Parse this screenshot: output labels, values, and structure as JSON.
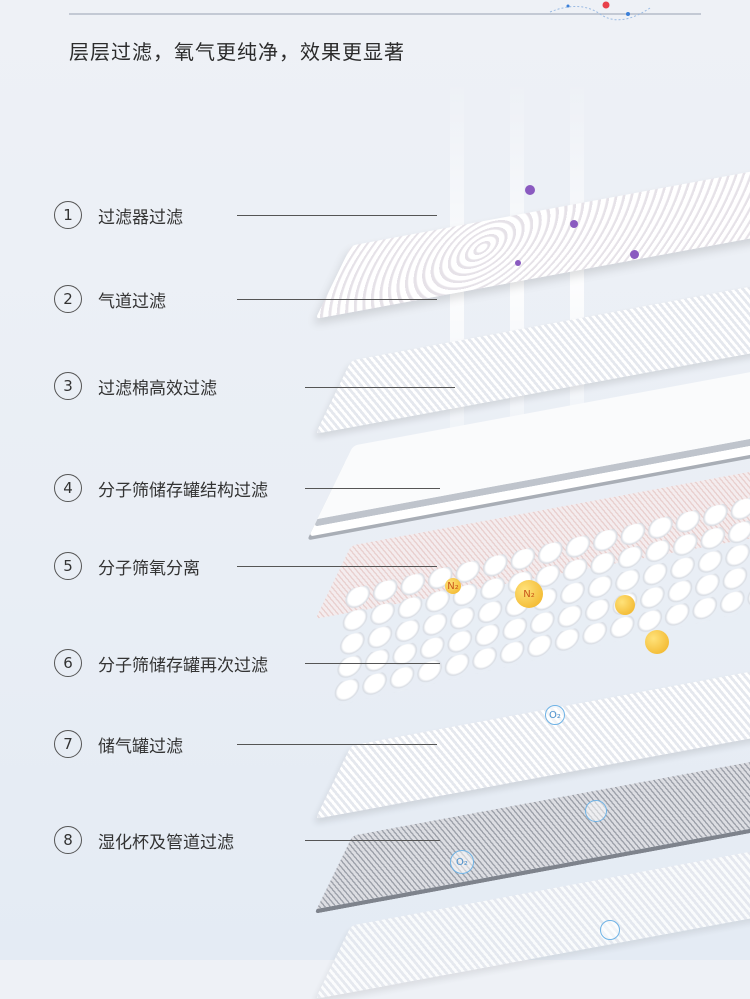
{
  "title": "层层过滤，氧气更纯净，效果更显著",
  "items": [
    {
      "num": "1",
      "label": "过滤器过滤"
    },
    {
      "num": "2",
      "label": "气道过滤"
    },
    {
      "num": "3",
      "label": "过滤棉高效过滤"
    },
    {
      "num": "4",
      "label": "分子筛储存罐结构过滤"
    },
    {
      "num": "5",
      "label": "分子筛氧分离"
    },
    {
      "num": "6",
      "label": "分子筛储存罐再次过滤"
    },
    {
      "num": "7",
      "label": "储气罐过滤"
    },
    {
      "num": "8",
      "label": "湿化杯及管道过滤"
    }
  ],
  "molecules": {
    "n2": "N₂",
    "o2": "O₂"
  },
  "colors": {
    "accent_red": "#e8404a",
    "accent_blue": "#3a7fd8"
  }
}
